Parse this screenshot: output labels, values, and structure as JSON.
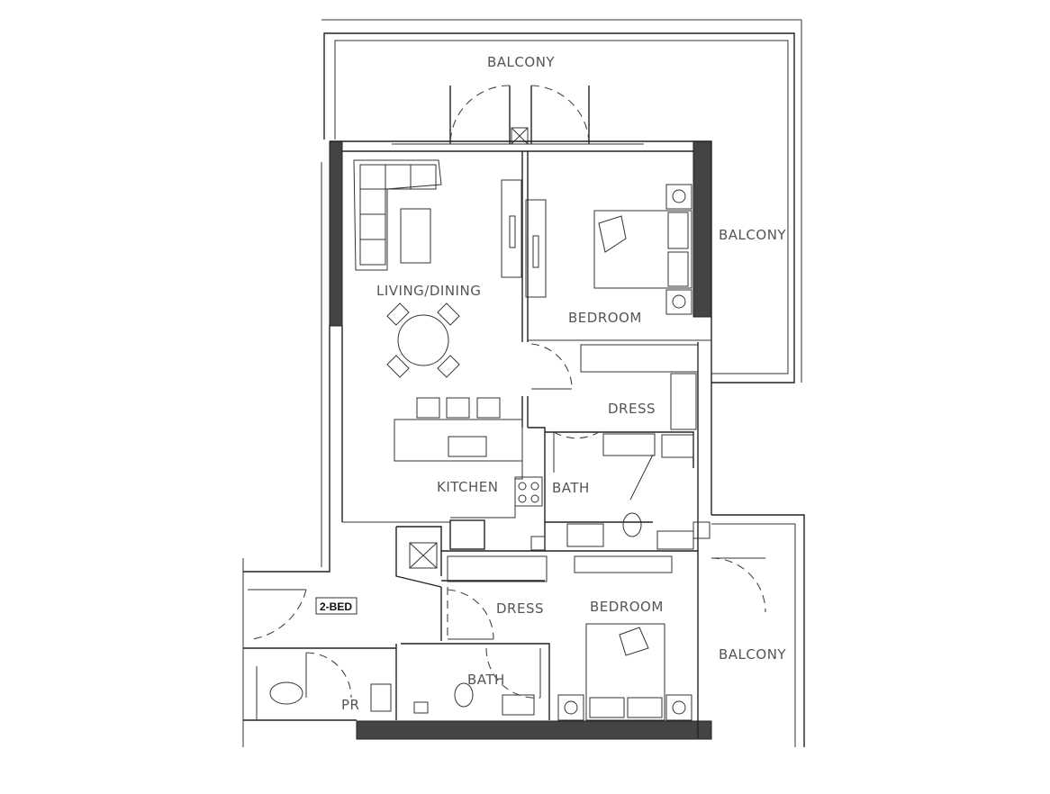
{
  "plan": {
    "unit_tag": "2-BED",
    "rooms": {
      "balcony_top": "BALCONY",
      "balcony_right_upper": "BALCONY",
      "balcony_right_lower": "BALCONY",
      "living_dining": "LIVING/DINING",
      "bedroom_master": "BEDROOM",
      "dress_master": "DRESS",
      "bath_master": "BATH",
      "kitchen": "KITCHEN",
      "dress_second": "DRESS",
      "bedroom_second": "BEDROOM",
      "bath_second": "BATH",
      "powder_room": "PR"
    }
  }
}
